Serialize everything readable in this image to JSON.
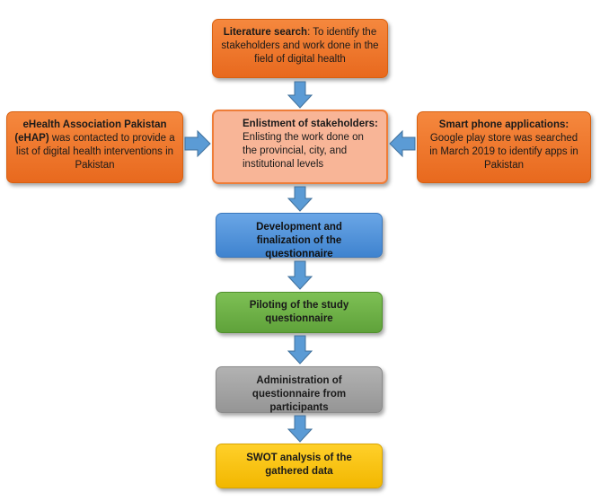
{
  "diagram": {
    "literature": {
      "title": "Literature search",
      "text": ": To identify the stakeholders and work done in the field of digital health"
    },
    "ehealth": {
      "title": "eHealth Association Pakistan (eHAP)",
      "text": " was contacted to provide a list of digital health interventions in Pakistan"
    },
    "stakeholders": {
      "title": "Enlistment of stakeholders:",
      "text": "Enlisting the work done on the provincial, city, and institutional levels"
    },
    "smartphone": {
      "title": "Smart phone applications:",
      "text": "Google play store was searched in March 2019 to identify apps in Pakistan"
    },
    "development": "Development and finalization of the questionnaire",
    "piloting": "Piloting of the study questionnaire",
    "administration": "Administration of questionnaire from participants",
    "swot": "SWOT analysis of the gathered data"
  },
  "colors": {
    "orange": "#ee7a30",
    "salmon": "#f8b597",
    "blue": "#4f8fd8",
    "green": "#6cb044",
    "gray": "#a3a3a3",
    "yellow": "#fbc31a",
    "arrow": "#5b9bd5"
  },
  "icons": [
    "arrow-down",
    "arrow-right",
    "arrow-left"
  ]
}
